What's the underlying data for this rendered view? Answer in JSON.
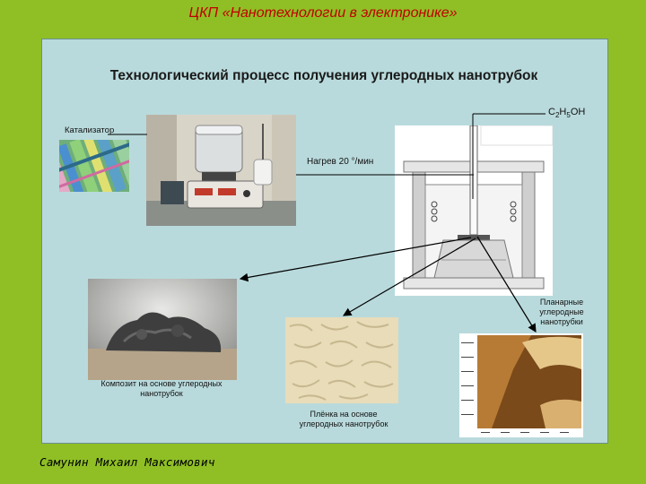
{
  "header": {
    "title": "ЦКП «Нанотехнологии в электронике»"
  },
  "slide": {
    "title": "Технологический процесс получения углеродных нанотрубок",
    "labels": {
      "ethanol_prefix": "C",
      "ethanol_sub1": "2",
      "ethanol_mid": "H",
      "ethanol_sub2": "5",
      "ethanol_suffix": "OH",
      "catalyst": "Катализатор",
      "heating": "Нагрев 20 °/мин",
      "planar_line1": "Планарные",
      "planar_line2": "углеродные",
      "planar_line3": "нанотрубки",
      "composite_line1": "Композит на основе углеродных",
      "composite_line2": "нанотрубок",
      "film_line1": "Плёнка на основе",
      "film_line2": "углеродных нанотрубок"
    }
  },
  "footer": {
    "author": "Самунин Михаил Максимович"
  },
  "colors": {
    "background": "#8fbf25",
    "panel": "#b9dadc",
    "header_text": "#c00000"
  }
}
